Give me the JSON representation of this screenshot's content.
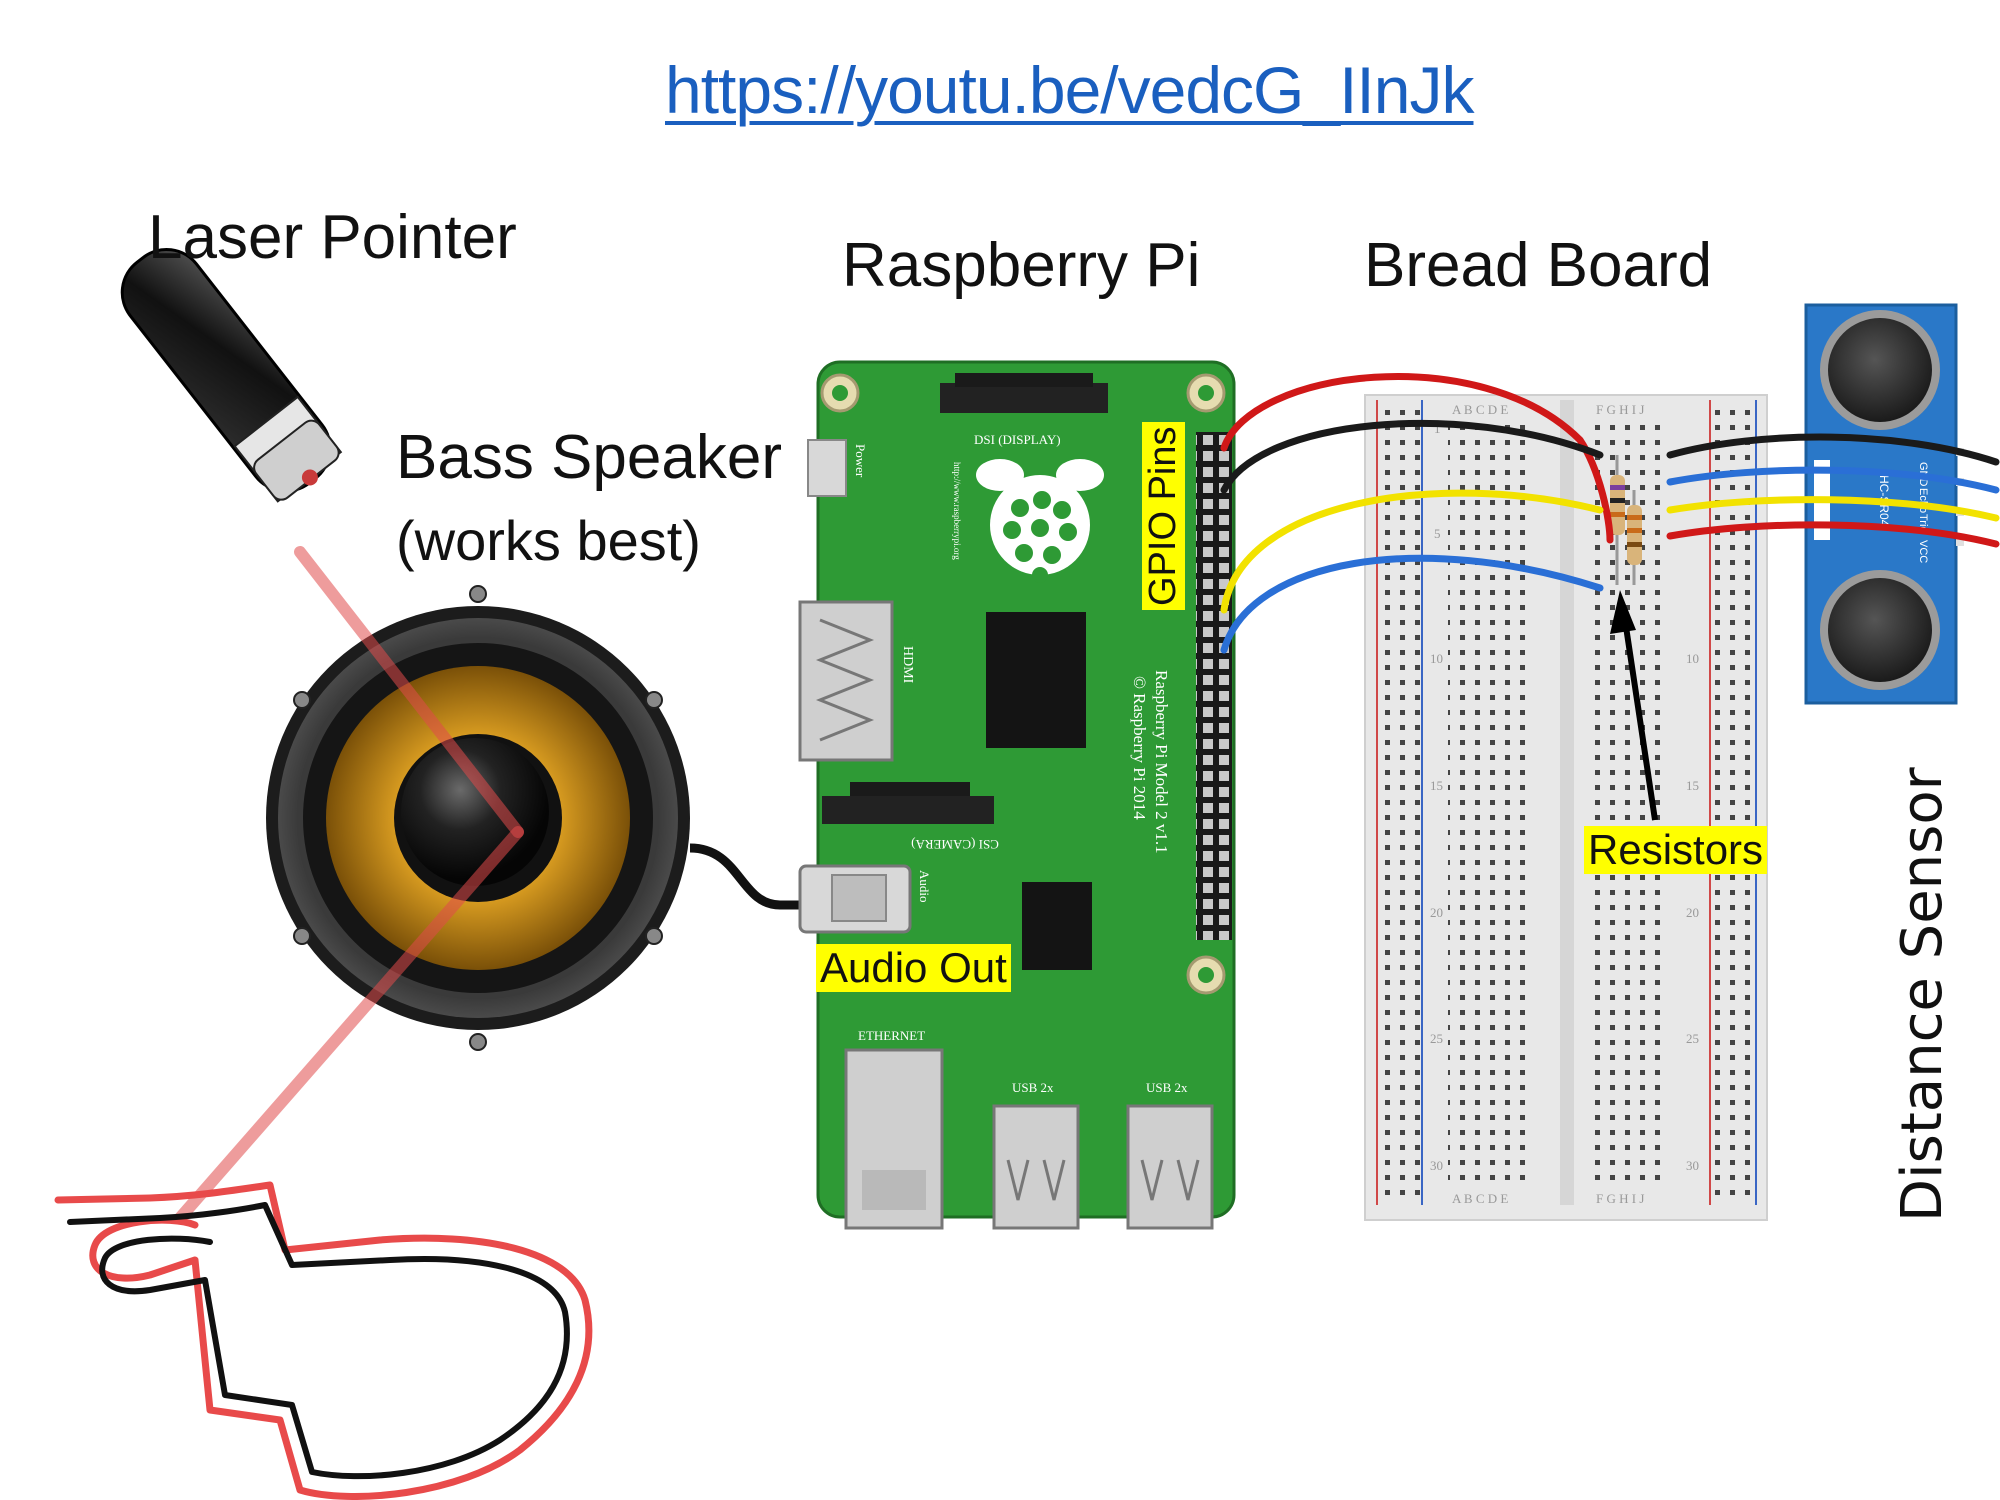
{
  "link": {
    "url": "https://youtu.be/vedcG_IInJk"
  },
  "labels": {
    "laser_pointer": "Laser Pointer",
    "bass_speaker": "Bass Speaker",
    "works_best": "(works best)",
    "raspberry_pi": "Raspberry Pi",
    "bread_board": "Bread Board",
    "gpio_pins": "GPIO Pins",
    "audio_out": "Audio Out",
    "resistors": "Resistors",
    "distance_sensor": "Distance Sensor"
  },
  "pi_board": {
    "dsi": "DSI (DISPLAY)",
    "power": "Power",
    "hdmi": "HDMI",
    "csi": "CSI (CAMERA)",
    "audio": "Audio",
    "ethernet": "ETHERNET",
    "usb_left": "USB 2x",
    "usb_right": "USB 2x",
    "model": "Raspberry Pi Model 2 v1.1",
    "copyright": "© Raspberry Pi 2014",
    "url": "http://www.raspberrypi.org"
  },
  "breadboard": {
    "cols_left": "A B C D E",
    "cols_right": "F G H I J",
    "rows": [
      "1",
      "5",
      "10",
      "15",
      "20",
      "25",
      "30"
    ]
  },
  "sensor": {
    "pins": [
      "GND",
      "Echo",
      "Trig",
      "VCC"
    ],
    "model": "HC-SR04"
  },
  "colors": {
    "pcb": "#2e9a35",
    "gpio_label_bg": "#ffff00",
    "link": "#1a5fbf",
    "laser": "#e04a4a",
    "speaker_cone": "#d69a20",
    "sensor": "#2a78c8",
    "wire_red": "#d01818",
    "wire_black": "#1a1a1a",
    "wire_yellow": "#f2e200",
    "wire_blue": "#2a6fd6",
    "hand_outline": "#e84a4a"
  }
}
